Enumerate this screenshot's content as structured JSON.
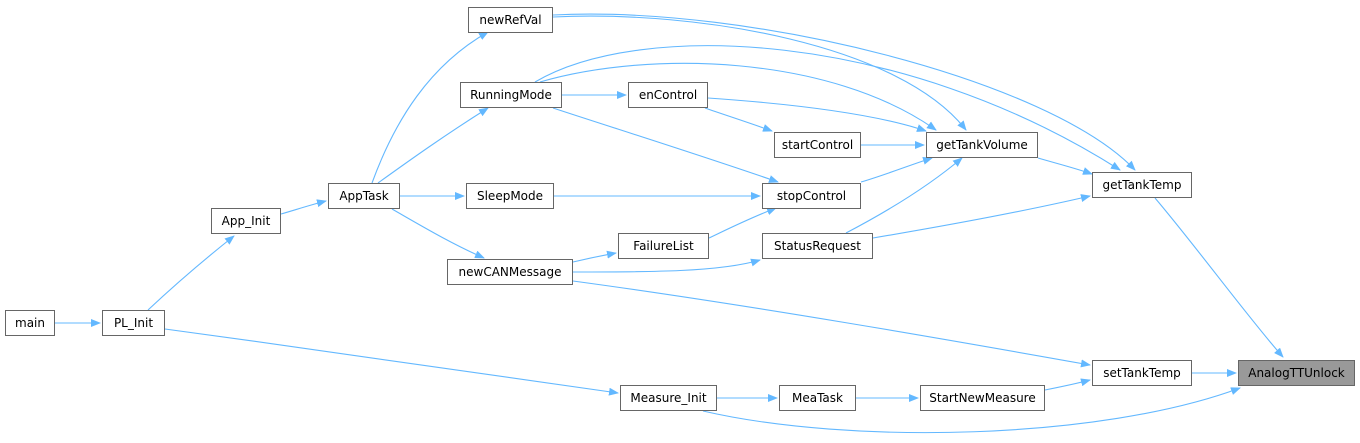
{
  "graph": {
    "type": "caller-graph",
    "target": "AnalogTTUnlock",
    "colors": {
      "edge": "#63b8ff",
      "node_border": "#666666",
      "target_fill": "#999999"
    },
    "nodes": {
      "newRefVal": "newRefVal",
      "RunningMode": "RunningMode",
      "enControl": "enControl",
      "startControl": "startControl",
      "getTankVolume": "getTankVolume",
      "getTankTemp": "getTankTemp",
      "App_Init": "App_Init",
      "AppTask": "AppTask",
      "SleepMode": "SleepMode",
      "stopControl": "stopControl",
      "FailureList": "FailureList",
      "StatusRequest": "StatusRequest",
      "newCANMessage": "newCANMessage",
      "main": "main",
      "PL_Init": "PL_Init",
      "setTankTemp": "setTankTemp",
      "AnalogTTUnlock": "AnalogTTUnlock",
      "Measure_Init": "Measure_Init",
      "MeaTask": "MeaTask",
      "StartNewMeasure": "StartNewMeasure"
    },
    "edges": [
      [
        "main",
        "PL_Init"
      ],
      [
        "PL_Init",
        "App_Init"
      ],
      [
        "PL_Init",
        "Measure_Init"
      ],
      [
        "App_Init",
        "AppTask"
      ],
      [
        "AppTask",
        "newRefVal"
      ],
      [
        "AppTask",
        "RunningMode"
      ],
      [
        "AppTask",
        "SleepMode"
      ],
      [
        "AppTask",
        "newCANMessage"
      ],
      [
        "RunningMode",
        "enControl"
      ],
      [
        "RunningMode",
        "stopControl"
      ],
      [
        "RunningMode",
        "getTankVolume"
      ],
      [
        "RunningMode",
        "getTankTemp"
      ],
      [
        "enControl",
        "startControl"
      ],
      [
        "enControl",
        "getTankVolume"
      ],
      [
        "newRefVal",
        "getTankVolume"
      ],
      [
        "newRefVal",
        "getTankTemp"
      ],
      [
        "startControl",
        "getTankVolume"
      ],
      [
        "stopControl",
        "getTankVolume"
      ],
      [
        "SleepMode",
        "stopControl"
      ],
      [
        "newCANMessage",
        "FailureList"
      ],
      [
        "newCANMessage",
        "StatusRequest"
      ],
      [
        "newCANMessage",
        "setTankTemp"
      ],
      [
        "FailureList",
        "stopControl"
      ],
      [
        "StatusRequest",
        "getTankVolume"
      ],
      [
        "StatusRequest",
        "getTankTemp"
      ],
      [
        "getTankVolume",
        "getTankTemp"
      ],
      [
        "getTankTemp",
        "AnalogTTUnlock"
      ],
      [
        "setTankTemp",
        "AnalogTTUnlock"
      ],
      [
        "Measure_Init",
        "MeaTask"
      ],
      [
        "Measure_Init",
        "AnalogTTUnlock"
      ],
      [
        "MeaTask",
        "StartNewMeasure"
      ],
      [
        "StartNewMeasure",
        "setTankTemp"
      ]
    ]
  }
}
